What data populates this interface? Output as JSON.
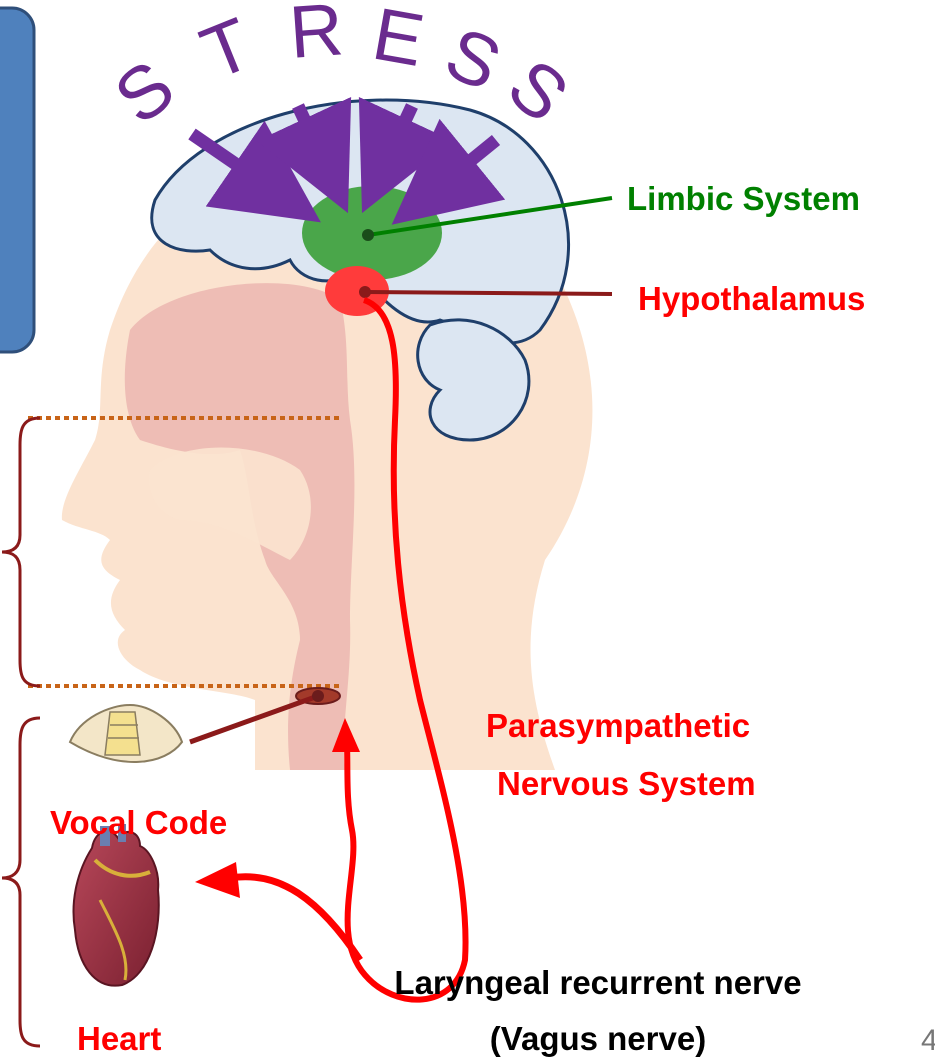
{
  "stress_text": "STRESS",
  "stress_letters": [
    "S",
    "T",
    "R",
    "E",
    "S",
    "S"
  ],
  "labels": {
    "limbic": "Limbic System",
    "hypothalamus": "Hypothalamus",
    "parasympathetic_line1": "Parasympathetic",
    "parasympathetic_line2": "Nervous System",
    "vocal": "Vocal Code",
    "heart": "Heart",
    "nerve_line1": "Laryngeal recurrent nerve",
    "nerve_line2": "(Vagus nerve)",
    "page_number": "4"
  },
  "colors": {
    "stress_purple": "#6a2b8e",
    "arrow_purple": "#7030a0",
    "brain_fill": "#dce6f2",
    "brain_stroke": "#1f3f6b",
    "limbic_fill": "#4aa64a",
    "hypothalamus_fill": "#ff3b3b",
    "head_fill": "#fbe3cf",
    "airway_fill": "#e9b0ac",
    "nerve_red": "#ff0000",
    "label_green": "#008000",
    "label_red": "#ff0000",
    "bracket_dark_red": "#8b1a1a",
    "dotted_orange": "#c86418",
    "blue_box": "#4f81bd"
  },
  "icons": {
    "brain": "brain-icon",
    "larynx": "vocal-cords-icon",
    "heart": "heart-icon"
  }
}
